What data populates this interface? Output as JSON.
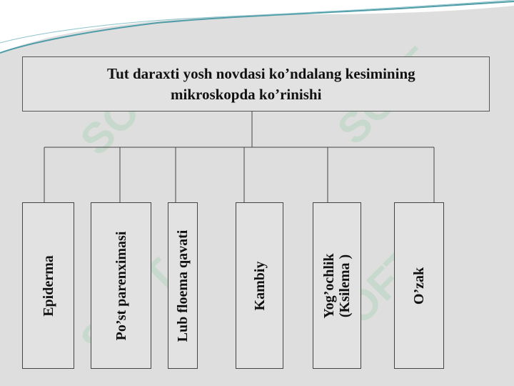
{
  "title": {
    "line1": "Tut daraxti yosh novdasi ko’ndalang kesimining",
    "line2": "mikroskopda ko’rinishi"
  },
  "items": [
    {
      "lines": [
        "Epiderma"
      ]
    },
    {
      "lines": [
        "Po’st parenximasi"
      ]
    },
    {
      "lines": [
        "Lub floema qavati"
      ]
    },
    {
      "lines": [
        "Kambiy"
      ]
    },
    {
      "lines": [
        "Yog’ochlik",
        "(Ksilema )"
      ]
    },
    {
      "lines": [
        "O’zak"
      ]
    }
  ],
  "watermark": "SOFT",
  "colors": {
    "background": "#dedede",
    "wave": "#4f9da8",
    "box_border": "#444444"
  }
}
